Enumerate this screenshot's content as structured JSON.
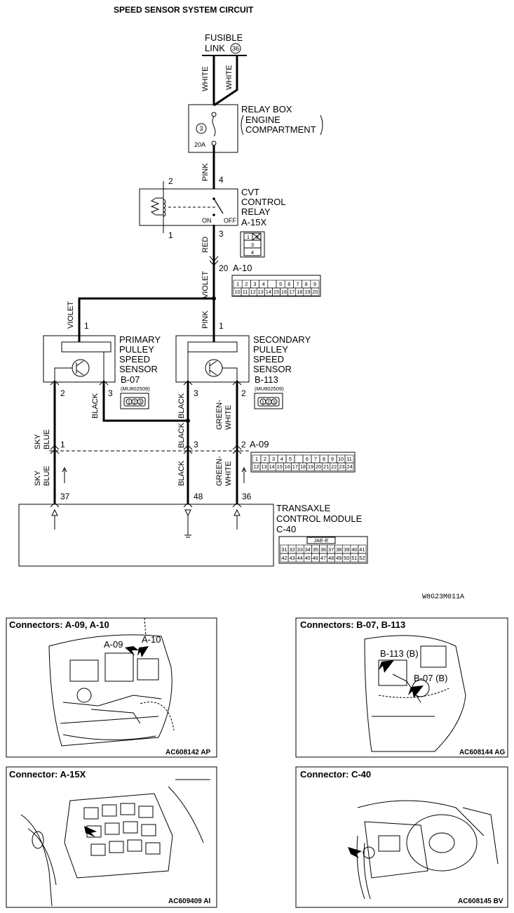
{
  "title": "SPEED SENSOR SYSTEM CIRCUIT",
  "fusible_link": {
    "line1": "FUSIBLE",
    "line2": "LINK",
    "number": "36"
  },
  "relay_box": {
    "label1": "RELAY BOX",
    "label2": "ENGINE",
    "label3": "COMPARTMENT",
    "fuse_num": "3",
    "fuse_rating": "20A"
  },
  "cvt_relay": {
    "label1": "CVT",
    "label2": "CONTROL",
    "label3": "RELAY",
    "connector": "A-15X",
    "on": "ON",
    "off": "OFF",
    "pins": {
      "p2": "2",
      "p4": "4",
      "p1": "1",
      "p3": "3"
    },
    "grid": [
      "1",
      "2",
      "3",
      "4"
    ]
  },
  "primary_sensor": {
    "label1": "PRIMARY",
    "label2": "PULLEY",
    "label3": "SPEED",
    "label4": "SENSOR",
    "connector": "B-07",
    "part": "(MU802509)",
    "pins": {
      "p1": "1",
      "p2": "2",
      "p3": "3"
    }
  },
  "secondary_sensor": {
    "label1": "SECONDARY",
    "label2": "PULLEY",
    "label3": "SPEED",
    "label4": "SENSOR",
    "connector": "B-113",
    "part": "(MU802509)",
    "pins": {
      "p1": "1",
      "p2": "2",
      "p3": "3"
    }
  },
  "connector_a10": {
    "pin": "20",
    "name": "A-10",
    "row1": [
      "1",
      "2",
      "3",
      "4",
      "",
      "5",
      "6",
      "7",
      "8",
      "9"
    ],
    "row2": [
      "10",
      "11",
      "12",
      "13",
      "14",
      "15",
      "16",
      "17",
      "18",
      "19",
      "20"
    ]
  },
  "connector_a09": {
    "name": "A-09",
    "pins": {
      "p1": "1",
      "p3": "3",
      "p2": "2"
    },
    "row1": [
      "1",
      "2",
      "3",
      "4",
      "5",
      "",
      "6",
      "7",
      "8",
      "9",
      "10",
      "11"
    ],
    "row2": [
      "12",
      "13",
      "14",
      "15",
      "16",
      "17",
      "18",
      "19",
      "20",
      "21",
      "22",
      "23",
      "24"
    ]
  },
  "tcm": {
    "label1": "TRANSAXLE",
    "label2": "CONTROL MODULE",
    "connector": "C-40",
    "header": "JAE-E",
    "pins": {
      "p37": "37",
      "p48": "48",
      "p36": "36"
    },
    "row1": [
      "31",
      "32",
      "33",
      "34",
      "35",
      "36",
      "37",
      "38",
      "39",
      "40",
      "41"
    ],
    "row2": [
      "42",
      "43",
      "44",
      "45",
      "46",
      "47",
      "48",
      "49",
      "50",
      "51",
      "52"
    ]
  },
  "wires": {
    "white_left": "WHITE",
    "white_right": "WHITE",
    "pink_top": "PINK",
    "red": "RED",
    "violet_main": "VIOLET",
    "violet_left": "VIOLET",
    "pink_mid": "PINK",
    "sky_blue_1": "SKY",
    "sky_blue_2": "BLUE",
    "black_1": "BLACK",
    "black_2": "BLACK",
    "black_3": "BLACK",
    "black_4": "BLACK",
    "green_white_1": "GREEN-",
    "green_white_2": "WHITE",
    "sky_blue_3": "SKY",
    "sky_blue_4": "BLUE",
    "green_white_3": "GREEN-",
    "green_white_4": "WHITE"
  },
  "diagram_code": "W8G23M011A",
  "photos": [
    {
      "title": "Connectors: A-09, A-10",
      "code": "AC608142 AP",
      "callouts": [
        "A-09",
        "A-10"
      ]
    },
    {
      "title": "Connectors: B-07, B-113",
      "code": "AC608144 AG",
      "callouts": [
        "B-113 (B)",
        "B-07 (B)"
      ]
    },
    {
      "title": "Connector: A-15X",
      "code": "AC609409 AI",
      "callouts": []
    },
    {
      "title": "Connector: C-40",
      "code": "AC608145 BV",
      "callouts": []
    }
  ]
}
